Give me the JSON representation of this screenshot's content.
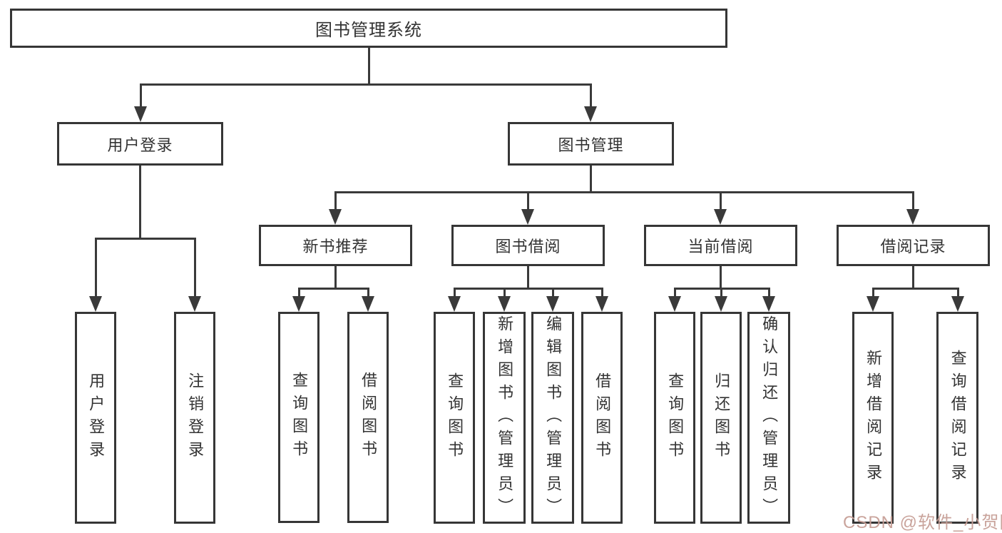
{
  "diagram": {
    "root": {
      "label": "图书管理系统"
    },
    "branches": [
      {
        "label": "用户登录",
        "children": [
          {
            "label": "用户登录"
          },
          {
            "label": "注销登录"
          }
        ]
      },
      {
        "label": "图书管理",
        "children": [
          {
            "label": "新书推荐",
            "children": [
              {
                "label": "查询图书"
              },
              {
                "label": "借阅图书"
              }
            ]
          },
          {
            "label": "图书借阅",
            "children": [
              {
                "label": "查询图书"
              },
              {
                "label": "新增图书（管理员）"
              },
              {
                "label": "编辑图书（管理员）"
              },
              {
                "label": "借阅图书"
              }
            ]
          },
          {
            "label": "当前借阅",
            "children": [
              {
                "label": "查询图书"
              },
              {
                "label": "归还图书"
              },
              {
                "label": "确认归还（管理员）"
              }
            ]
          },
          {
            "label": "借阅记录",
            "children": [
              {
                "label": "新增借阅记录"
              },
              {
                "label": "查询借阅记录"
              }
            ]
          }
        ]
      }
    ]
  },
  "watermark": {
    "text": "CSDN @软件_小贺同学",
    "color": "#c69e96"
  },
  "colors": {
    "line": "#3a3a3a",
    "box_border": "#363636",
    "text": "#333333",
    "background": "#ffffff"
  }
}
